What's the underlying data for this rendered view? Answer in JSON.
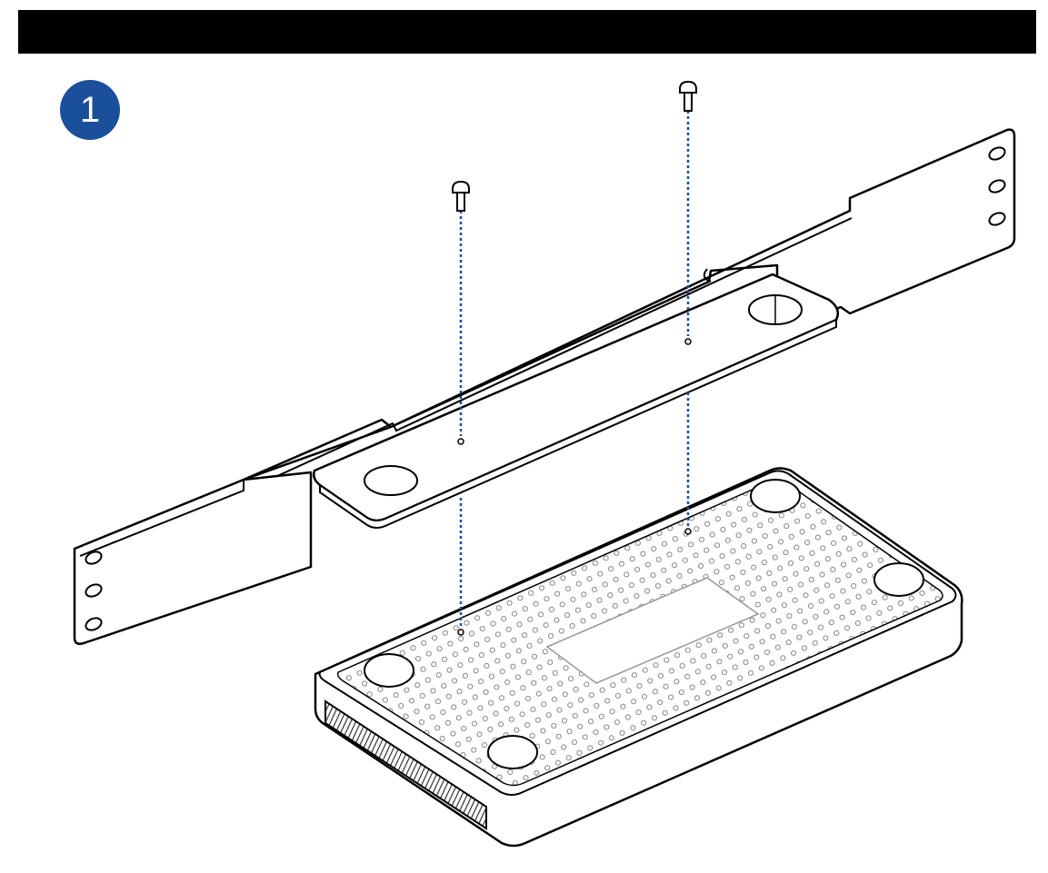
{
  "step": {
    "number": "1",
    "badge_color": "#1a4f9c"
  },
  "header": {
    "bar_color": "#000000"
  },
  "illustration": {
    "guide_line_color": "#1a4f9c",
    "outline_color": "#000000",
    "parts": [
      "rack-mount-bracket",
      "screw",
      "screw",
      "network-device"
    ]
  }
}
